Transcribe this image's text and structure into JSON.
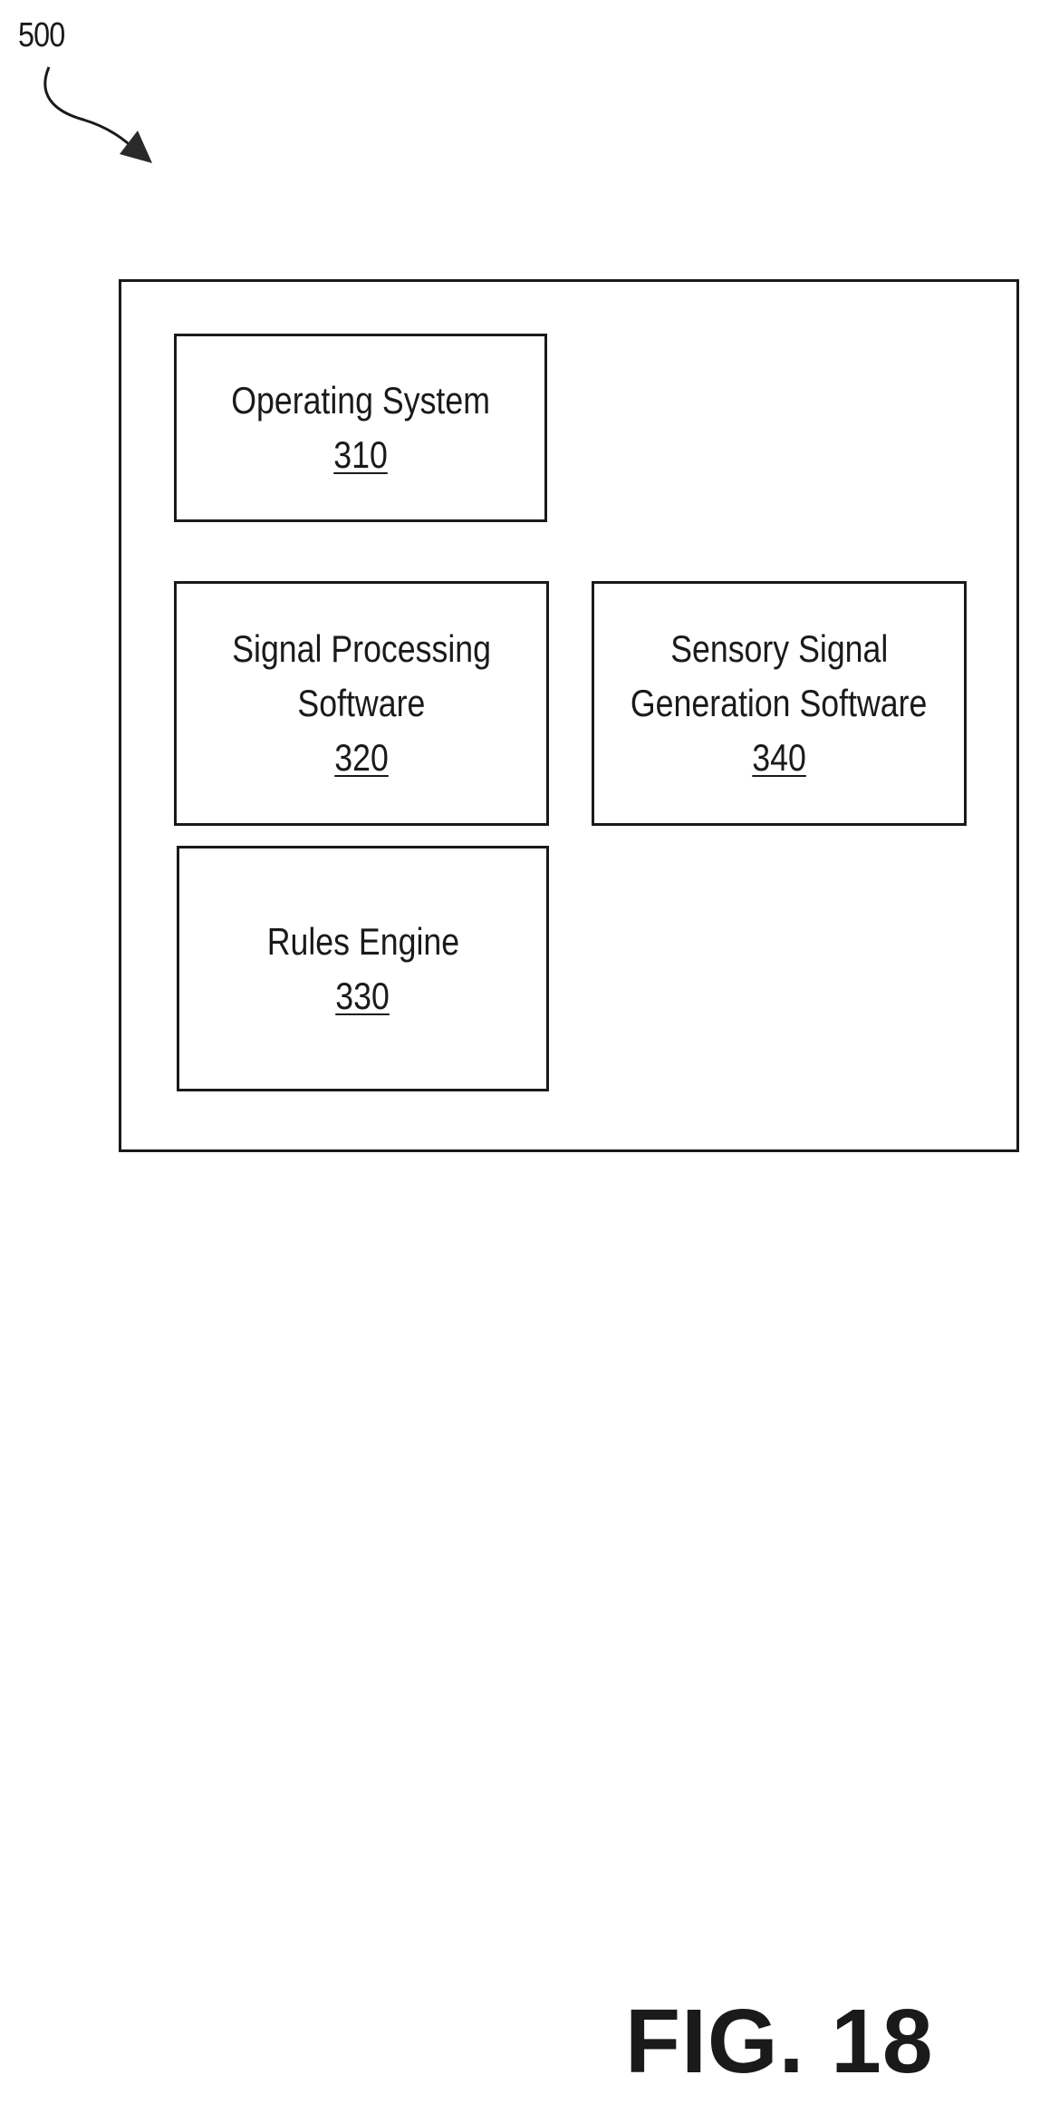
{
  "figure": {
    "ref_number": "500",
    "label": "FIG. 18"
  },
  "modules": {
    "operating_system": {
      "line1": "Operating System",
      "ref": "310"
    },
    "signal_processing": {
      "line1": "Signal Processing",
      "line2": "Software",
      "ref": "320"
    },
    "rules_engine": {
      "line1": "Rules Engine",
      "ref": "330"
    },
    "sensory_signal": {
      "line1": "Sensory Signal",
      "line2": "Generation Software",
      "ref": "340"
    }
  },
  "colors": {
    "line": "#1a1a1a",
    "background": "#ffffff"
  }
}
